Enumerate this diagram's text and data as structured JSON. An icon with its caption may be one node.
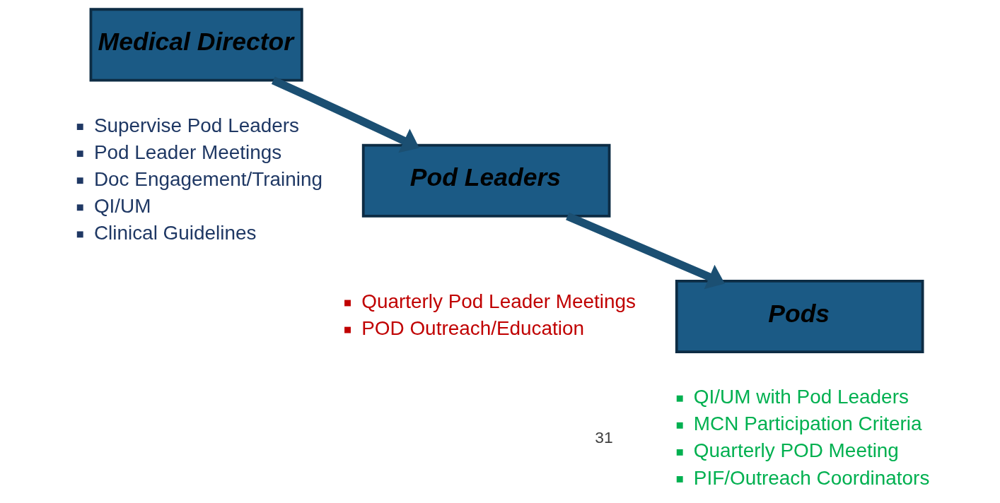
{
  "diagram": {
    "nodes": [
      {
        "text": [
          "Medical Director"
        ],
        "beside": [
          "Supervise Pod Leaders",
          "Pod Leader Meetings",
          "Doc Engagement/Training",
          "QI/UM",
          "Clinical Guidelines"
        ]
      },
      {
        "text": [
          "Pod Leaders"
        ],
        "beside": [
          "Quarterly Pod Leader Meetings",
          "POD Outreach/Education"
        ]
      },
      {
        "text": [
          "Pods"
        ],
        "beside": [
          "QI/UM with Pod Leaders",
          "MCN Participation Criteria",
          "Quarterly POD Meeting",
          "PIF/Outreach Coordinators"
        ]
      }
    ],
    "edges": [
      {
        "from": 0,
        "to": 1,
        "arrow": "to"
      },
      {
        "from": 1,
        "to": 2,
        "arrow": "to"
      }
    ],
    "labels": [
      "31"
    ]
  }
}
